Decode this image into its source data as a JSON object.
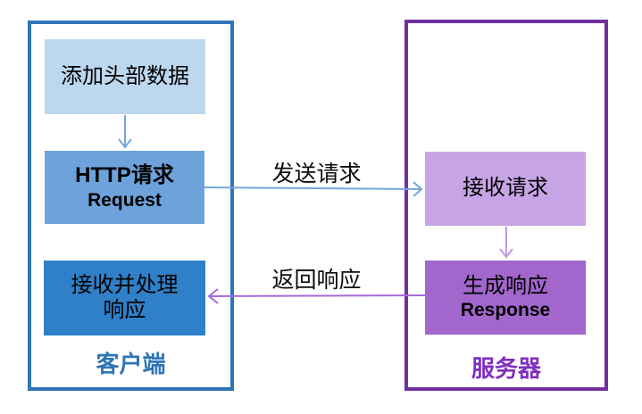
{
  "client": {
    "label": "客户端",
    "boxes": [
      {
        "text": "添加头部数据"
      },
      {
        "line1": "HTTP请求",
        "line2": "Request"
      },
      {
        "line1": "接收并处理",
        "line2": "响应"
      }
    ]
  },
  "server": {
    "label": "服务器",
    "boxes": [
      {
        "text": "接收请求"
      },
      {
        "line1": "生成响应",
        "line2": "Response"
      }
    ]
  },
  "arrows": {
    "send_label": "发送请求",
    "return_label": "返回响应"
  },
  "colors": {
    "client_border": "#2E75B6",
    "client_box_light": "#BDD7EE",
    "client_box_medium": "#6DA2DA",
    "client_box_dark": "#2F80C8",
    "client_label_text": "#2E75B6",
    "server_border": "#7030A0",
    "server_box_light": "#C7A4E5",
    "server_box_medium": "#A266CD",
    "server_label_text": "#7F2FBF",
    "arrow_blue": "#74A7DC",
    "arrow_purple_light": "#C09AE6",
    "arrow_purple": "#A868D8",
    "box_text": "#000000",
    "background": "#FFFFFF"
  }
}
